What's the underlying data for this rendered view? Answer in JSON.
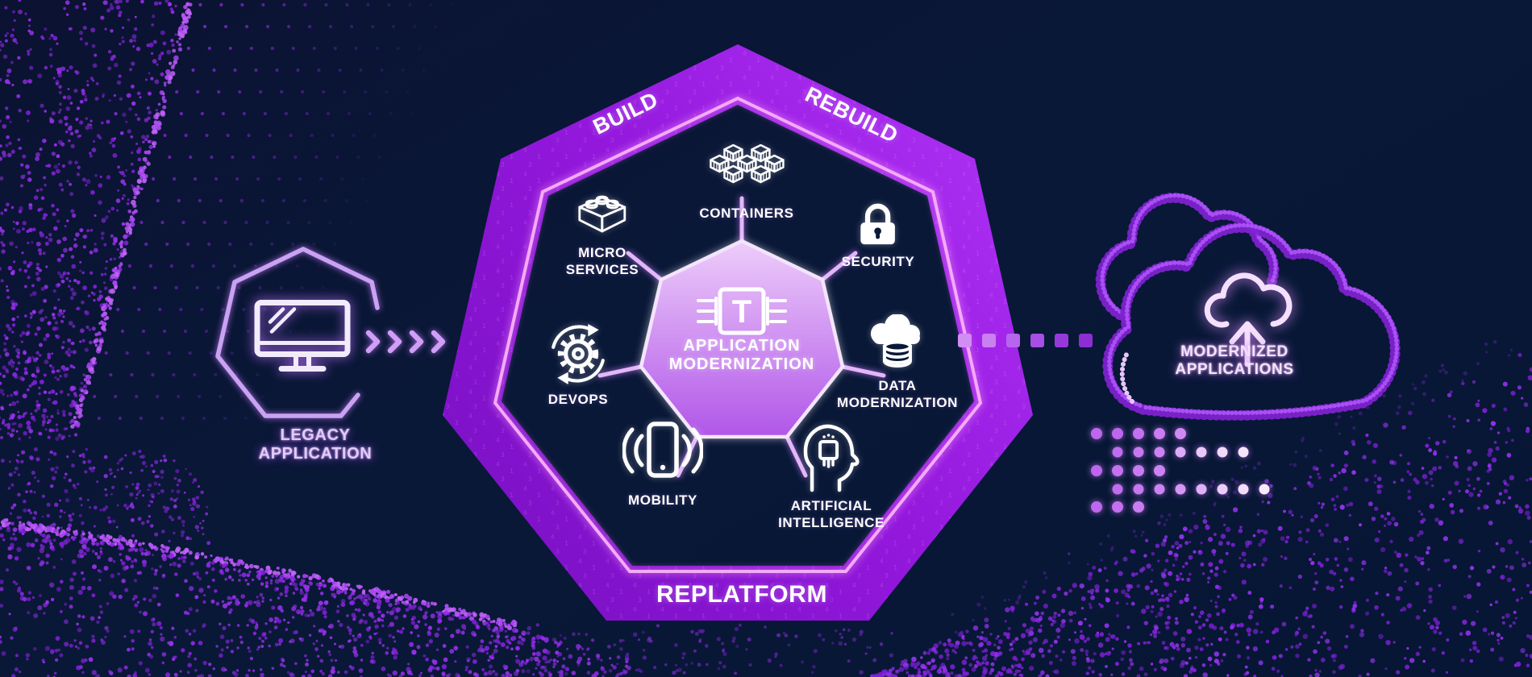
{
  "colors": {
    "background": "#0a1838",
    "band_purple_dark": "#7a10c4",
    "band_purple_bright": "#b133f8",
    "inner_line_pink": "#f5a9f8",
    "center_fill_top": "#edccfa",
    "center_fill_bottom": "#b055e8",
    "node_white": "#ffffff",
    "neon_lavender": "#e3cbfa",
    "dot_purple": "#8b2be0"
  },
  "band": {
    "top_left_label": "BUILD",
    "top_right_label": "REBUILD",
    "bottom_label": "REPLATFORM"
  },
  "center": {
    "icon": "chip-t-icon",
    "letter": "T",
    "line1": "APPLICATION",
    "line2": "MODERNIZATION"
  },
  "nodes": [
    {
      "id": "containers",
      "icon": "containers-icon",
      "line1": "CONTAINERS",
      "line2": ""
    },
    {
      "id": "security",
      "icon": "padlock-icon",
      "line1": "SECURITY",
      "line2": ""
    },
    {
      "id": "micro-services",
      "icon": "lego-brick-icon",
      "line1": "MICRO",
      "line2": "SERVICES"
    },
    {
      "id": "devops",
      "icon": "devops-gear-icon",
      "line1": "DEVOPS",
      "line2": ""
    },
    {
      "id": "data-modernization",
      "icon": "cloud-database-icon",
      "line1": "DATA",
      "line2": "MODERNIZATION"
    },
    {
      "id": "mobility",
      "icon": "smartphone-signal-icon",
      "line1": "MOBILITY",
      "line2": ""
    },
    {
      "id": "artificial-intelligence",
      "icon": "ai-head-chip-icon",
      "line1": "ARTIFICIAL",
      "line2": "INTELLIGENCE"
    }
  ],
  "legacy": {
    "icon": "desktop-monitor-icon",
    "line1": "LEGACY",
    "line2": "APPLICATION"
  },
  "modernized": {
    "icon": "cloud-upload-icon",
    "line1": "MODERNIZED",
    "line2": "APPLICATIONS"
  },
  "flow": {
    "left_connector_icon": "chevron-arrows",
    "right_connector_icon": "square-dot-trail"
  }
}
